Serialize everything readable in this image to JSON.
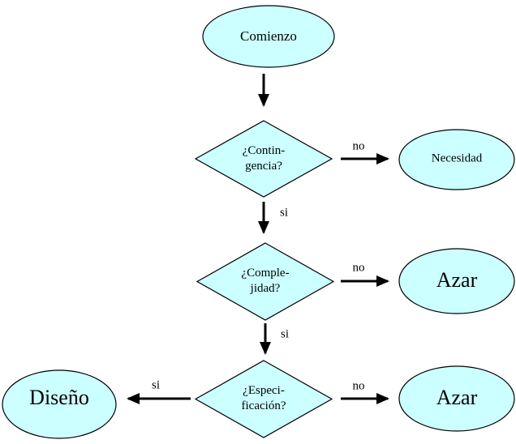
{
  "diagram": {
    "colors": {
      "node_fill": "#ccffff",
      "stroke": "#000000",
      "background": "#ffffff"
    },
    "nodes": {
      "comienzo": {
        "shape": "ellipse",
        "label": "Comienzo"
      },
      "contingencia": {
        "shape": "diamond",
        "line1": "¿Contin-",
        "line2": "gencia?"
      },
      "necesidad": {
        "shape": "ellipse",
        "label": "Necesidad"
      },
      "complejidad": {
        "shape": "diamond",
        "line1": "¿Comple-",
        "line2": "jidad?"
      },
      "azar_medio": {
        "shape": "ellipse",
        "label": "Azar"
      },
      "especificacion": {
        "shape": "diamond",
        "line1": "¿Especi-",
        "line2": "ficación?"
      },
      "diseno": {
        "shape": "ellipse",
        "label": "Diseño"
      },
      "azar_inferior": {
        "shape": "ellipse",
        "label": "Azar"
      }
    },
    "edge_labels": {
      "contingencia_no": "no",
      "contingencia_si": "si",
      "complejidad_no": "no",
      "complejidad_si": "si",
      "especificacion_no": "no",
      "especificacion_si": "si"
    }
  }
}
